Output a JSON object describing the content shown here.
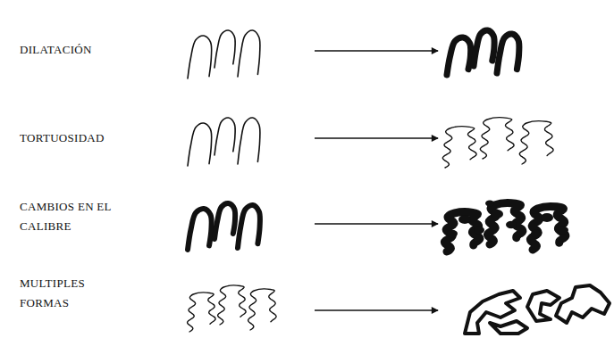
{
  "diagram": {
    "labels": [
      "DILATACIÓN",
      "TORTUOSIDAD",
      "CAMBIOS EN EL CALIBRE",
      "MULTIPLES FORMAS"
    ]
  }
}
